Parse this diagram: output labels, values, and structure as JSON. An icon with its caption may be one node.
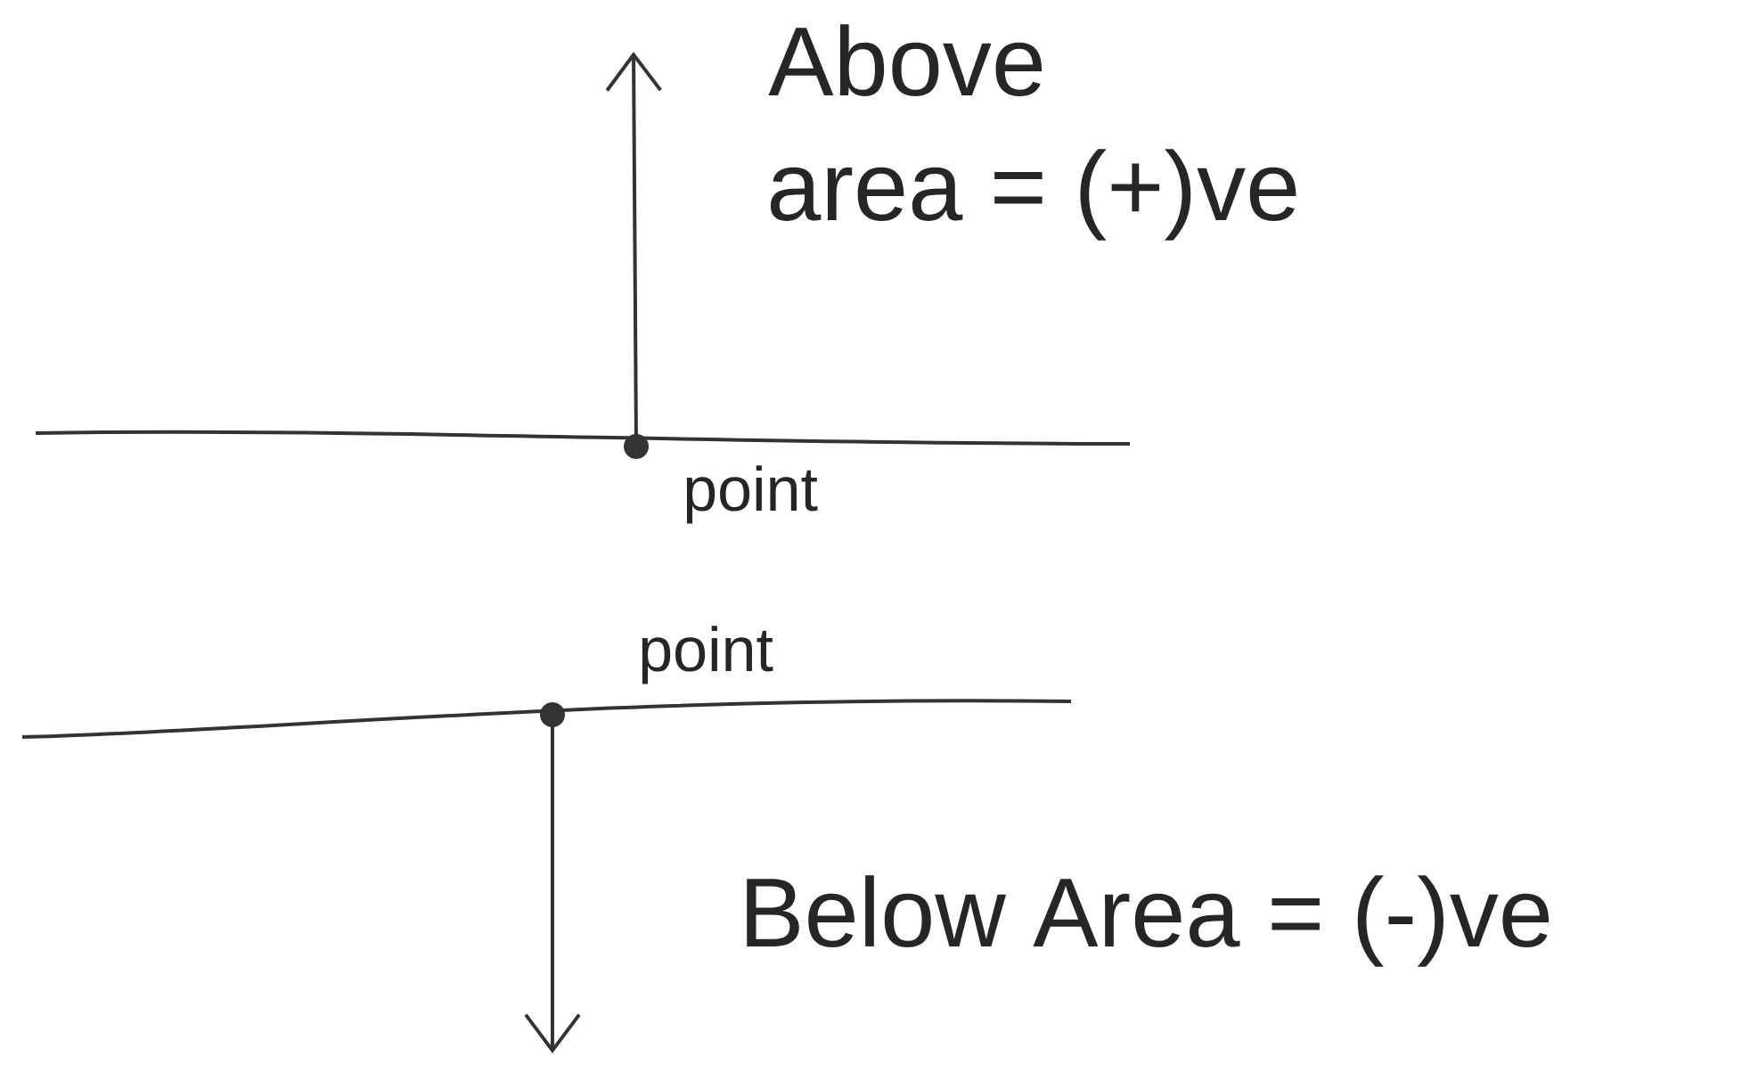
{
  "diagram": {
    "labels": [
      "Above",
      "area = (+)ve",
      "point",
      "point",
      "Below Area = (-)ve"
    ]
  }
}
